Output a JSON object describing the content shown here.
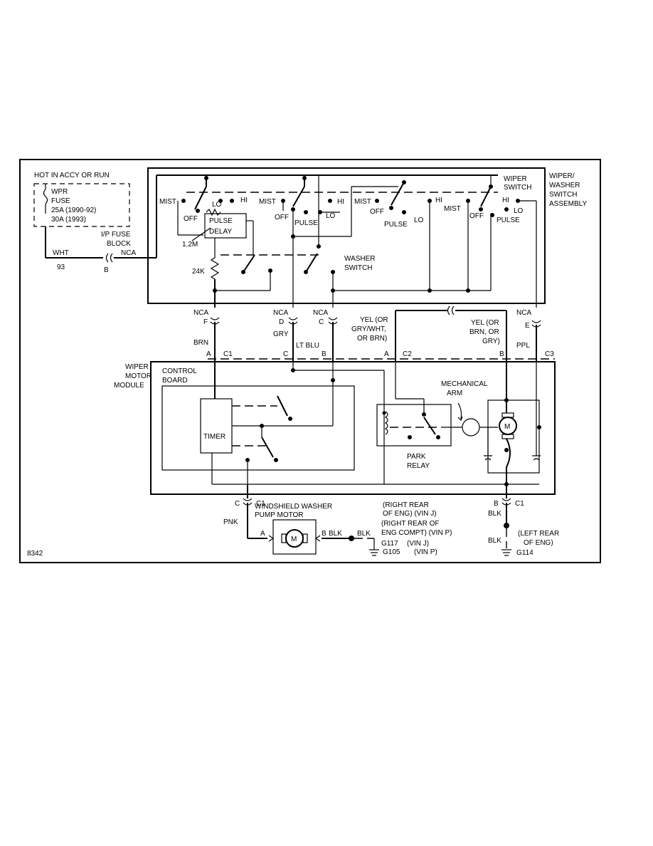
{
  "title": "",
  "figure_id": "8342",
  "power": {
    "hot_label": "HOT IN ACCY OR RUN",
    "fuse_lines": [
      "WPR",
      "FUSE",
      "25A   (1990-92)",
      "30A   (1993)"
    ],
    "fuse_block": [
      "I/P FUSE",
      "BLOCK"
    ],
    "connector_nca": "NCA",
    "connector_b": "B",
    "wire_wht": "WHT",
    "circuit_93": "93"
  },
  "switch_assembly": {
    "name_lines": [
      "WIPER/",
      "WASHER",
      "SWITCH",
      "ASSEMBLY"
    ],
    "wiper_switch_lines": [
      "WIPER",
      "SWITCH"
    ],
    "washer_switch_lines": [
      "WASHER",
      "SWITCH"
    ],
    "mist": "MIST",
    "off": "OFF",
    "lo": "LO",
    "hi": "HI",
    "pulse": "PULSE",
    "pulse_delay_lines": [
      "PULSE",
      "DELAY"
    ],
    "resistor_12m": "1.2M",
    "resistor_24k": "24K"
  },
  "connectors": {
    "nca_f": [
      "NCA",
      "F"
    ],
    "nca_d": [
      "NCA",
      "D"
    ],
    "nca_c": [
      "NCA",
      "C"
    ],
    "nca_e": [
      "NCA",
      "E"
    ],
    "brn": "BRN",
    "gry": "GRY",
    "lt_blu": "LT BLU",
    "yel_c2_lines": [
      "YEL (OR",
      "GRY/WHT,",
      "OR BRN)"
    ],
    "yel_c3_lines": [
      "YEL (OR",
      "BRN, OR",
      "GRY)"
    ],
    "ppl": "PPL",
    "pin_a": "A",
    "pin_b": "B",
    "pin_c": "C",
    "c1": "C1",
    "c2": "C2",
    "c3": "C3"
  },
  "motor_module": {
    "name_lines": [
      "WIPER",
      "MOTOR",
      "MODULE"
    ],
    "control_board_lines": [
      "CONTROL",
      "BOARD"
    ],
    "timer": "TIMER",
    "mechanical_arm_lines": [
      "MECHANICAL",
      "ARM"
    ],
    "park_relay_lines": [
      "PARK",
      "RELAY"
    ],
    "motor_symbol": "M"
  },
  "bottom": {
    "c_pin": "C",
    "c1": "C1",
    "pnk": "PNK",
    "washer_pump_lines": [
      "WINDSHIELD WASHER",
      "PUMP MOTOR"
    ],
    "pump_a": "A",
    "pump_b": "B",
    "blk_1": "BLK",
    "blk_2": "BLK",
    "ground_note_lines": [
      "(RIGHT REAR",
      "OF ENG)      (VIN J)",
      "(RIGHT REAR OF",
      "ENG COMPT)      (VIN P)"
    ],
    "g117": "G117",
    "g117_vin": "(VIN J)",
    "g105": "G105",
    "g105_vin": "(VIN P)",
    "motor_b": "B",
    "motor_c1": "C1",
    "blk_3": "BLK",
    "blk_4": "BLK",
    "left_rear_lines": [
      "(LEFT REAR",
      "OF ENG)"
    ],
    "g114": "G114"
  }
}
